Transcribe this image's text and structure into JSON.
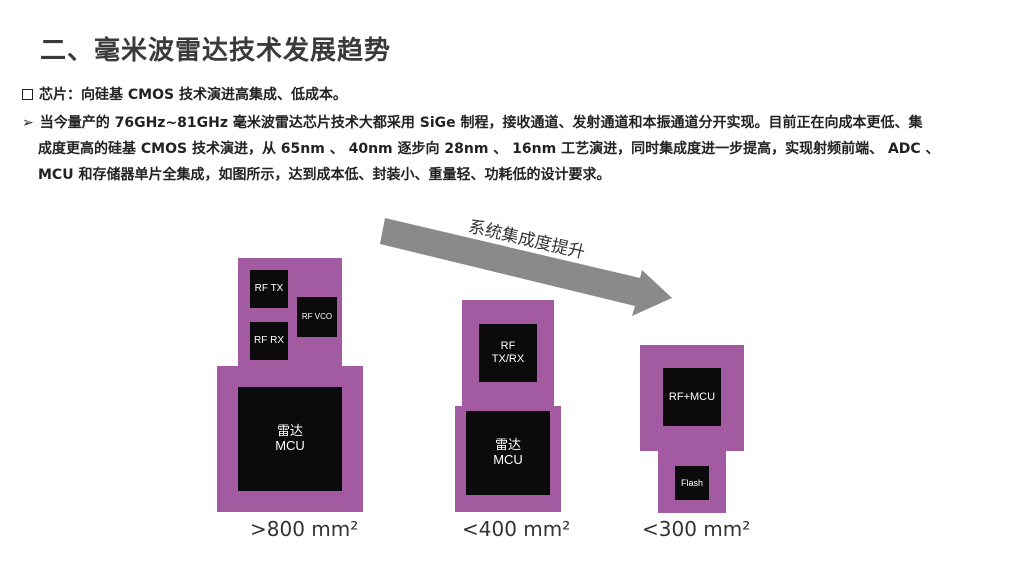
{
  "title": "二、毫米波雷达技术发展趋势",
  "bullet1": "芯片：向硅基 CMOS 技术演进高集成、低成本。",
  "bullet2_line1": "当今量产的 76GHz~81GHz 毫米波雷达芯片技术大都采用 SiGe 制程，接收通道、发射通道和本振通道分开实现。目前正在向成本更低、集",
  "bullet2_line2": "成度更高的硅基 CMOS 技术演进，从 65nm 、 40nm 逐步向 28nm 、 16nm 工艺演进，同时集成度进一步提高，实现射频前端、 ADC 、",
  "bullet2_line3": "MCU 和存储器单片全集成，如图所示，达到成本低、封装小、重量轻、功耗低的设计要求。",
  "diagram": {
    "trend_label": "系统集成度提升",
    "stage1": {
      "rf_tx": "RF TX",
      "rf_rx": "RF RX",
      "rf_vco": "RF VCO",
      "mcu": "雷达\nMCU",
      "area": ">800 mm²"
    },
    "stage2": {
      "rf": "RF\nTX/RX",
      "mcu": "雷达\nMCU",
      "area": "<400 mm²"
    },
    "stage3": {
      "rf_mcu": "RF+MCU",
      "flash": "Flash",
      "area": "<300 mm²"
    },
    "colors": {
      "package": "#a25aa0",
      "die": "#0b0b0b",
      "arrow": "#8a8a8a"
    }
  }
}
